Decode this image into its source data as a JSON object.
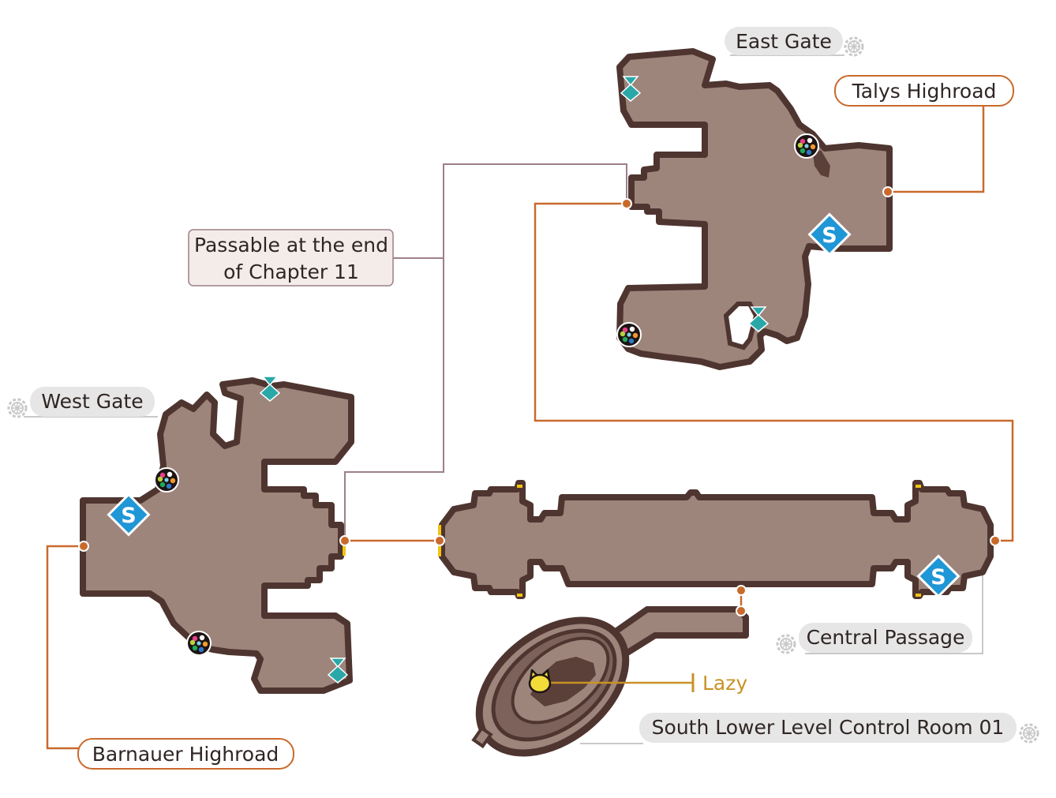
{
  "labels": {
    "east_gate": "East Gate",
    "talys_highroad": "Talys Highroad",
    "passable_line1": "Passable at the end",
    "passable_line2": "of Chapter 11",
    "west_gate": "West Gate",
    "barnauer_highroad": "Barnauer Highroad",
    "central_passage": "Central Passage",
    "lazy": "Lazy",
    "south_control_room": "South Lower Level Control Room 01"
  },
  "markers": {
    "save_point_letter": "S"
  },
  "colors": {
    "room_fill": "#9e857b",
    "room_outline": "#4f3530",
    "route_orange": "#c96a2c",
    "route_mauve": "#9c8089",
    "gray_line": "#c9c9c9",
    "save_point": "#1f96d6",
    "spawn_marker": "#2aa8a8",
    "npc_yellow": "#c99227",
    "label_gray": "#e6e6e6",
    "label_note": "#f3ece9"
  },
  "icons": [
    "gear-icon",
    "save-point-icon",
    "hourglass-icon",
    "colored-dots-icon",
    "cat-face-icon"
  ]
}
